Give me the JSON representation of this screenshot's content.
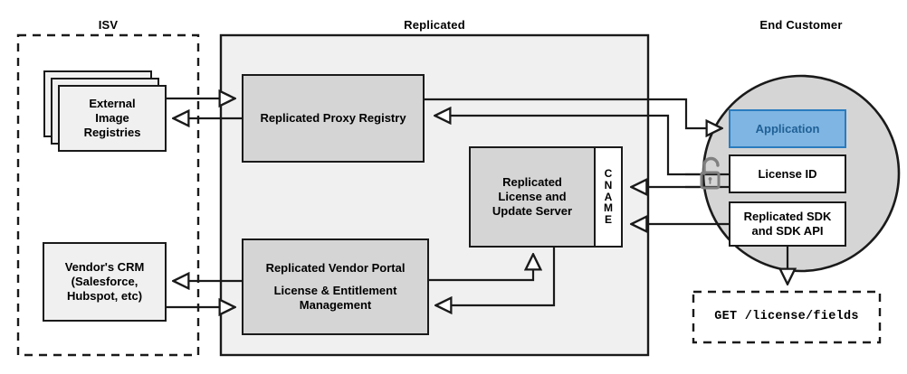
{
  "diagram": {
    "title": "Replicated licensing and distribution architecture",
    "zones": [
      {
        "id": "isv",
        "label": "ISV",
        "style": "dashed"
      },
      {
        "id": "replicated",
        "label": "Replicated",
        "style": "solid-filled"
      },
      {
        "id": "end-customer",
        "label": "End Customer",
        "style": "circle"
      }
    ],
    "nodes": [
      {
        "id": "external-image-registries",
        "label_lines": [
          "External",
          "Image",
          "Registries"
        ],
        "zone": "isv",
        "shape": "stacked-rect",
        "fill": "#f0f0f0"
      },
      {
        "id": "vendors-crm",
        "label_lines": [
          "Vendor's CRM",
          "(Salesforce,",
          "Hubspot, etc)"
        ],
        "zone": "isv",
        "shape": "rect",
        "fill": "#f0f0f0"
      },
      {
        "id": "replicated-proxy-registry",
        "label_lines": [
          "Replicated Proxy Registry"
        ],
        "zone": "replicated",
        "shape": "rect",
        "fill": "#d5d5d5"
      },
      {
        "id": "replicated-license-update-server",
        "label_lines": [
          "Replicated",
          "License and",
          "Update Server"
        ],
        "zone": "replicated",
        "shape": "rect",
        "fill": "#d5d5d5"
      },
      {
        "id": "cname",
        "label_lines": [
          "C",
          "N",
          "A",
          "M",
          "E"
        ],
        "zone": "replicated",
        "shape": "rect-vertical-text",
        "fill": "#ffffff"
      },
      {
        "id": "replicated-vendor-portal",
        "label_lines": [
          "Replicated Vendor Portal",
          "",
          "License & Entitlement",
          "Management"
        ],
        "zone": "replicated",
        "shape": "rect",
        "fill": "#d5d5d5"
      },
      {
        "id": "application",
        "label_lines": [
          "Application"
        ],
        "zone": "end-customer",
        "shape": "rect",
        "fill": "#7fb5e2"
      },
      {
        "id": "license-id",
        "label_lines": [
          "License ID"
        ],
        "zone": "end-customer",
        "shape": "rect",
        "fill": "#ffffff"
      },
      {
        "id": "replicated-sdk",
        "label_lines": [
          "Replicated SDK",
          "and SDK API"
        ],
        "zone": "end-customer",
        "shape": "rect",
        "fill": "#ffffff"
      },
      {
        "id": "api-request",
        "label_lines": [
          "GET /license/fields"
        ],
        "zone": "none",
        "shape": "dashed-rect",
        "fill": "#ffffff"
      }
    ],
    "icons": [
      {
        "id": "unlocked-padlock",
        "name": "unlock-icon",
        "color": "#808080"
      }
    ],
    "colors": {
      "zone_replicated_fill": "#f0f0f0",
      "zone_customer_fill": "#d5d5d5",
      "node_gray_fill": "#d5d5d5",
      "node_light_fill": "#f0f0f0",
      "application_fill": "#7fb5e2",
      "application_stroke": "#2a7cbf",
      "application_text": "#1f6096",
      "stroke": "#1a1a1a",
      "icon_gray": "#808080"
    }
  },
  "text": {
    "isv_title": "ISV",
    "replicated_title": "Replicated",
    "end_customer_title": "End Customer",
    "external_registries_l1": "External",
    "external_registries_l2": "Image",
    "external_registries_l3": "Registries",
    "crm_l1": "Vendor's CRM",
    "crm_l2": "(Salesforce,",
    "crm_l3": "Hubspot, etc)",
    "proxy_registry": "Replicated Proxy Registry",
    "license_server_l1": "Replicated",
    "license_server_l2": "License and",
    "license_server_l3": "Update Server",
    "cname_c": "C",
    "cname_n": "N",
    "cname_a": "A",
    "cname_m": "M",
    "cname_e": "E",
    "vendor_portal_l1": "Replicated Vendor Portal",
    "vendor_portal_l2": "License & Entitlement",
    "vendor_portal_l3": "Management",
    "application": "Application",
    "license_id": "License ID",
    "sdk_l1": "Replicated SDK",
    "sdk_l2": "and SDK API",
    "api_request": "GET /license/fields"
  }
}
